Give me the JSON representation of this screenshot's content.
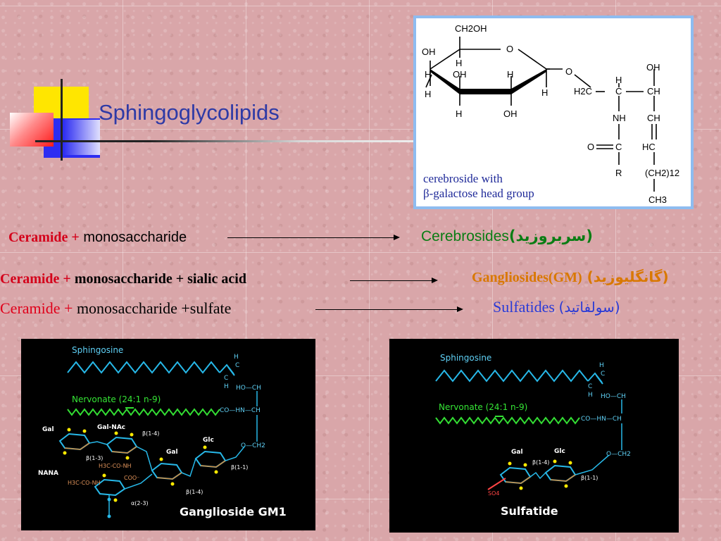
{
  "title": "Sphingoglycolipids",
  "structure": {
    "atoms": {
      "ch2oh": "CH2OH",
      "oh_top_left": "OH",
      "ring_o": "O",
      "h1": "H",
      "oh2": "OH",
      "h2": "H",
      "h3": "H",
      "h4": "H",
      "h5": "H",
      "oh_bottom": "OH",
      "glyco_o": "O",
      "oh_chain": "OH",
      "h_c2": "H",
      "h2c": "H2C",
      "c_mid": "C",
      "ch1": "CH",
      "nh": "NH",
      "ch2": "CH",
      "o_carbonyl": "O",
      "c_carbonyl": "C",
      "hc": "HC",
      "r": "R",
      "ch2_12": "(CH2)12",
      "ch3": "CH3"
    },
    "caption_line1": "cerebroside with",
    "caption_line2": "β-galactose head group"
  },
  "rows": [
    {
      "left": "Ceramide +",
      "middle": " monosaccharide",
      "right_en": "Cerebrosides",
      "right_fa": "(سربروزيد)"
    },
    {
      "left": "Ceramide +",
      "middle": " monosaccharide + sialic acid",
      "right_en": "Gangliosides(GM)",
      "right_fa": " (گانگليوزيد)"
    },
    {
      "left": "Ceramide +",
      "middle": " monosaccharide +sulfate",
      "right_en": "Sulfatides ",
      "right_fa": "(سولفاتيد)"
    }
  ],
  "fig_left": {
    "sphingosine": "Sphingosine",
    "nervonate": "Nervonate (24:1 n-9)",
    "gal1": "Gal",
    "galnac": "Gal-NAc",
    "gal2": "Gal",
    "glc": "Glc",
    "nana": "NANA",
    "b14a": "β(1-4)",
    "b13": "β(1-3)",
    "b14b": "β(1-4)",
    "b11": "β(1-1)",
    "a23": "α(2-3)",
    "h3c_co_nh": "H3C-CO-NH",
    "h3c_co_nh2": "H3C-CO-NH",
    "coo": "COO⁻",
    "ho_ch": "HO—CH",
    "co_hn_ch": "CO—HN—CH",
    "o_ch2": "O—CH2",
    "h_a": "H",
    "c_a": "C",
    "c_b": "C",
    "h_b": "H",
    "caption": "Ganglioside GM1"
  },
  "fig_right": {
    "sphingosine": "Sphingosine",
    "nervonate": "Nervonate (24:1 n-9)",
    "gal": "Gal",
    "glc": "Glc",
    "b14": "β(1-4)",
    "b11": "β(1-1)",
    "so4": "SO4",
    "ho_ch": "HO—CH",
    "co_hn_ch": "CO—HN—CH",
    "o_ch2": "O—CH2",
    "h_a": "H",
    "c_a": "C",
    "c_b": "C",
    "h_b": "H",
    "caption": "Sulfatide"
  }
}
